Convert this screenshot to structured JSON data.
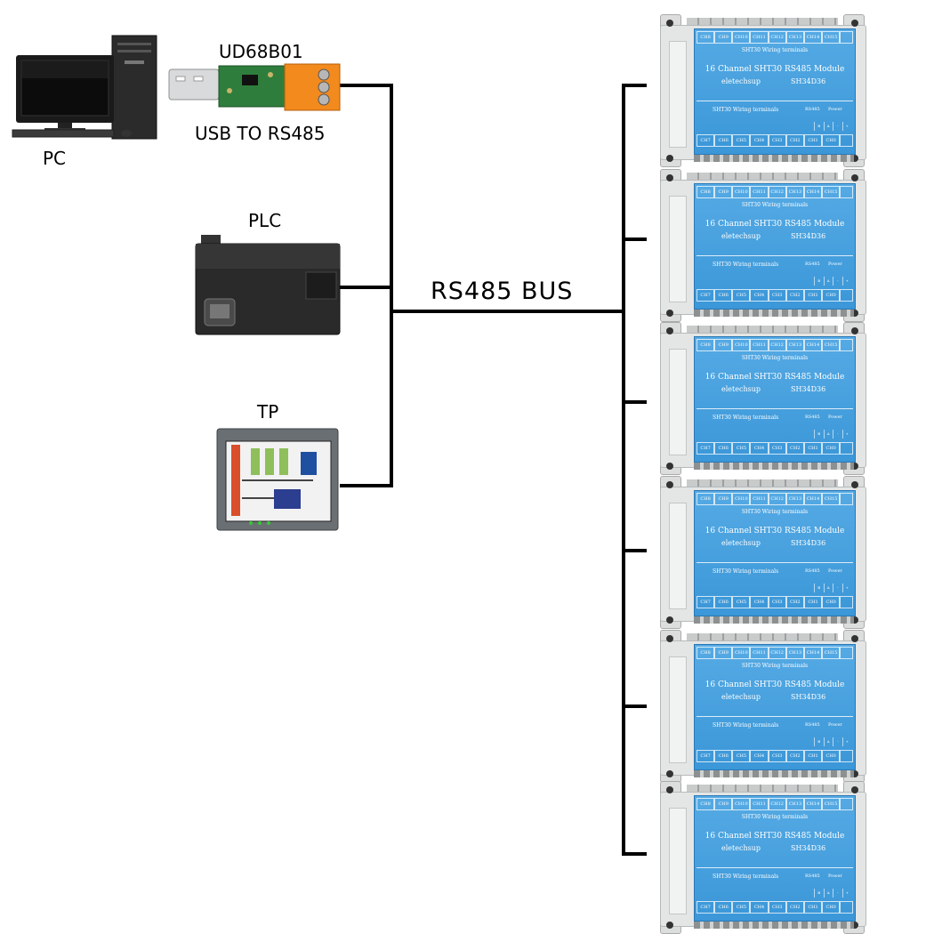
{
  "labels": {
    "pc": "PC",
    "usb_model": "UD68B01",
    "usb_desc": "USB TO RS485",
    "plc": "PLC",
    "tp": "TP",
    "bus": "RS485 BUS"
  },
  "module": {
    "top_channels": [
      "CH8",
      "CH9",
      "CH10",
      "CH11",
      "CH12",
      "CH13",
      "CH14",
      "CH15"
    ],
    "sub_title": "SHT30 Wiring terminals",
    "title": "16 Channel SHT30 RS485 Module",
    "brand": "eletechsup",
    "model": "SH34D36",
    "wiring": "SHT30 Wiring terminals",
    "indicator": "RS485",
    "power": "Power",
    "bottom_channels": [
      "CH7",
      "CH6",
      "CH5",
      "CH4",
      "CH3",
      "CH2",
      "CH1",
      "CH0"
    ],
    "pins": [
      "B",
      "A",
      "-",
      "+"
    ],
    "count": 6
  },
  "colors": {
    "line": "#000000",
    "module_blue": "#4aa2e0",
    "usb_green": "#2f7d3c",
    "terminal_orange": "#f28a1e"
  }
}
